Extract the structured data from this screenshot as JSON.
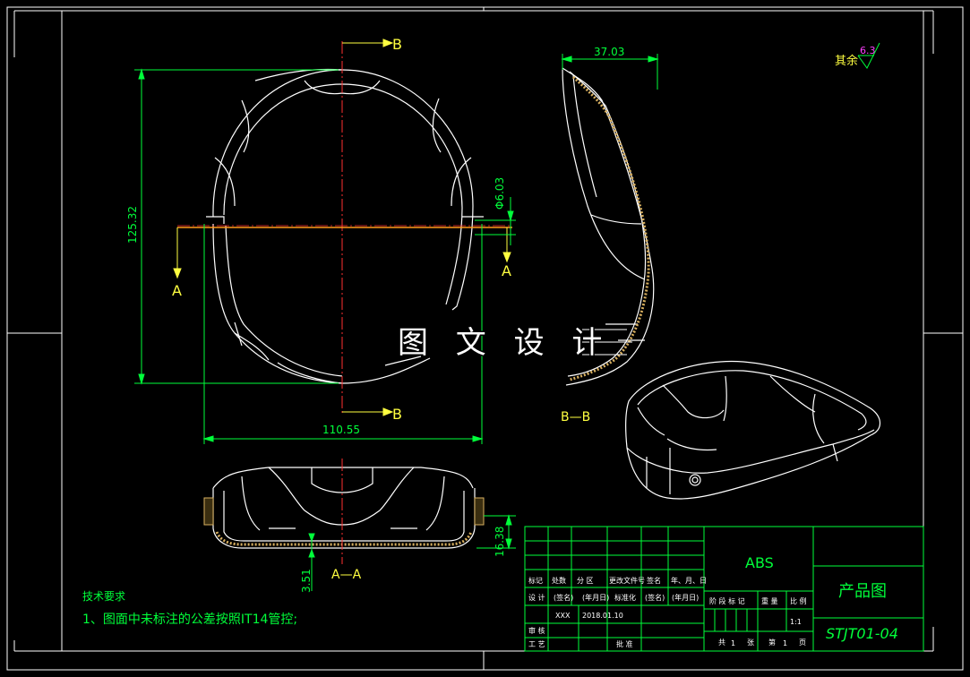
{
  "drawing": {
    "watermark": "图 文 设 计",
    "roughness_label": "其余",
    "roughness_value": "6.3",
    "section_marks": {
      "a": "A",
      "b": "B"
    },
    "section_labels": {
      "aa": "A—A",
      "bb": "B—B"
    },
    "dimensions": {
      "width_top": "110.55",
      "height_top": "125.32",
      "hole_dia": "Φ6.03",
      "side_width": "37.03",
      "section_height": "16.38",
      "wall_thickness": "3.51"
    },
    "notes": {
      "title": "技术要求",
      "line1": "1、图面中未标注的公差按照IT14管控;"
    }
  },
  "title_block": {
    "material": "ABS",
    "drawing_name": "产品图",
    "drawing_code": "STJT01-04",
    "scale": "1:1",
    "designer": "XXX",
    "date": "2018.01.10",
    "sheets_total_prefix": "共",
    "sheets_total": "1",
    "sheets_unit1": "张",
    "sheet_no_prefix": "第",
    "sheet_no": "1",
    "sheets_unit2": "页",
    "headers": {
      "mark": "标记",
      "count": "处数",
      "zone": "分 区",
      "change_doc": "更改文件号",
      "sign": "签名",
      "date_col": "年、月、日",
      "design": "设 计",
      "sign_paren": "(签名)",
      "date_paren": "(年月日)",
      "standard": "标准化",
      "sign_paren2": "(签名)",
      "date_paren2": "(年月日)",
      "review": "审 核",
      "process": "工 艺",
      "approve": "批 准",
      "stage": "阶 段 标 记",
      "weight": "重 量",
      "ratio": "比 例"
    }
  }
}
